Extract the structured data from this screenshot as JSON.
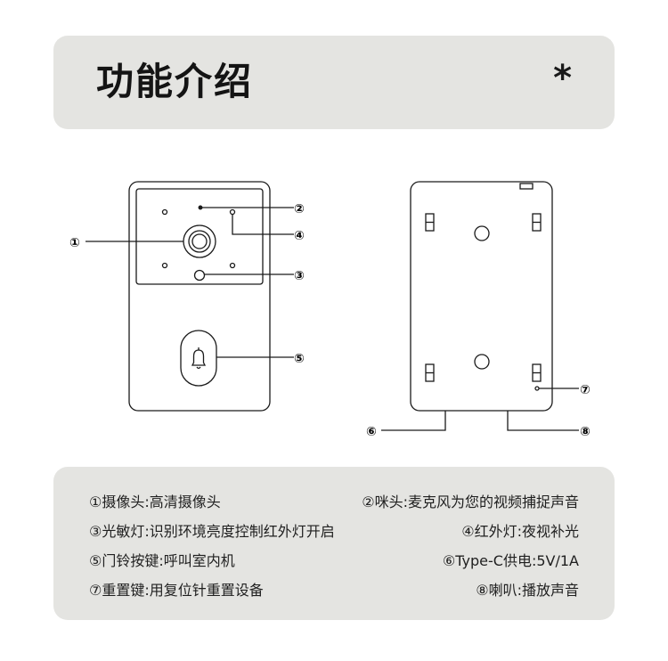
{
  "header": {
    "title": "功能介绍",
    "mark": "*"
  },
  "callouts": {
    "c1": "①",
    "c2": "②",
    "c3": "③",
    "c4": "④",
    "c5": "⑤",
    "c6": "⑥",
    "c7": "⑦",
    "c8": "⑧"
  },
  "features": [
    {
      "left": "①摄像头:高清摄像头",
      "right": "②咪头:麦克风为您的视频捕捉声音"
    },
    {
      "left": "③光敏灯:识别环境亮度控制红外灯开启",
      "right": "④红外灯:夜视补光"
    },
    {
      "left": "⑤门铃按键:呼叫室内机",
      "right": "⑥Type-C供电:5V/1A"
    },
    {
      "left": "⑦重置键:用复位针重置设备",
      "right": "⑧喇叭:播放声音"
    }
  ],
  "icons": {
    "bell": "bell-icon"
  }
}
